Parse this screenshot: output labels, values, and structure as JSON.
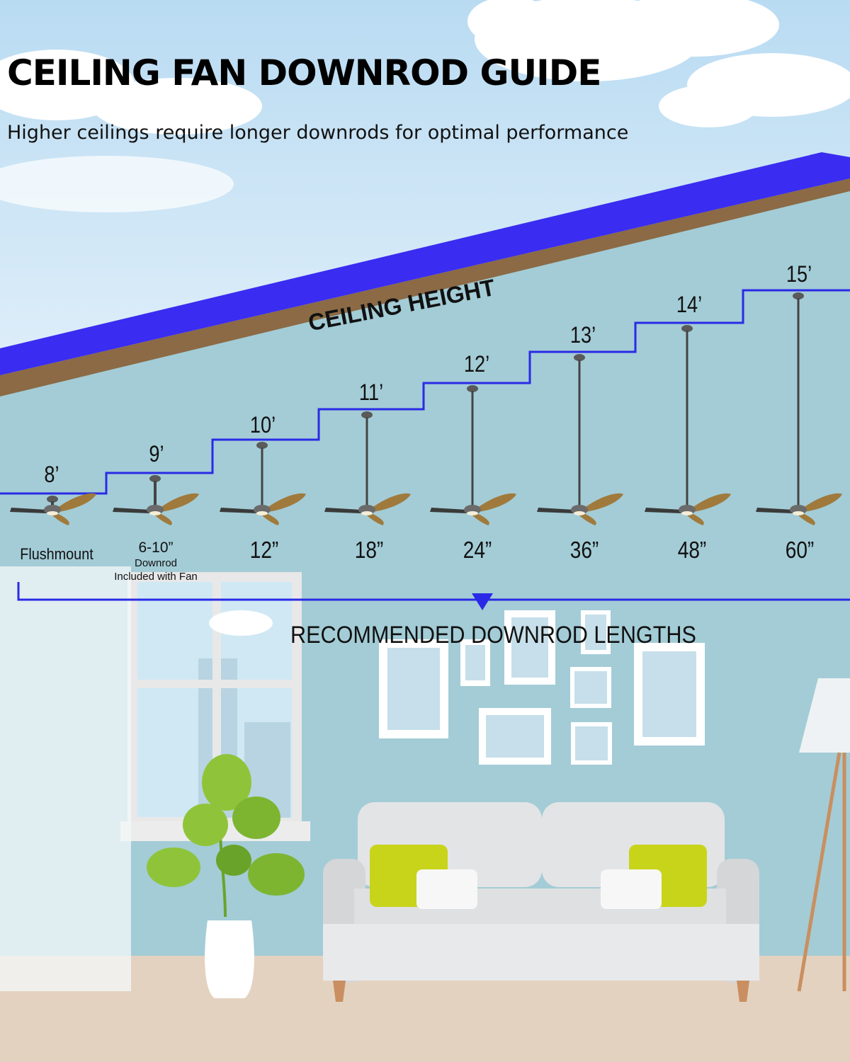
{
  "header": {
    "title": "CEILING FAN DOWNROD GUIDE",
    "subtitle": "Higher ceilings require longer downrods for optimal performance"
  },
  "diagram": {
    "ceiling_height_label": "CEILING HEIGHT",
    "recommended_label": "RECOMMENDED DOWNROD LENGTHS",
    "steps": [
      {
        "height": "8’",
        "downrod": "Flushmount"
      },
      {
        "height": "9’",
        "downrod": "6-10”",
        "downrod_line2": "Downrod",
        "downrod_line3": "Included with Fan"
      },
      {
        "height": "10’",
        "downrod": "12”"
      },
      {
        "height": "11’",
        "downrod": "18”"
      },
      {
        "height": "12’",
        "downrod": "24”"
      },
      {
        "height": "13’",
        "downrod": "36”"
      },
      {
        "height": "14’",
        "downrod": "48”"
      },
      {
        "height": "15’",
        "downrod": "60”"
      }
    ]
  },
  "colors": {
    "sky": "#cfe6f5",
    "wall": "#a3ccd6",
    "roof": "#3a2cf0",
    "roof_wood": "#8b6a45",
    "step_line": "#2a2ae6",
    "floor": "#e4d2c0",
    "fan_blade": "#a07a3c",
    "sofa": "#e3e4e6",
    "pillow_yellow": "#c8d41a",
    "plant": "#8fc43a"
  }
}
